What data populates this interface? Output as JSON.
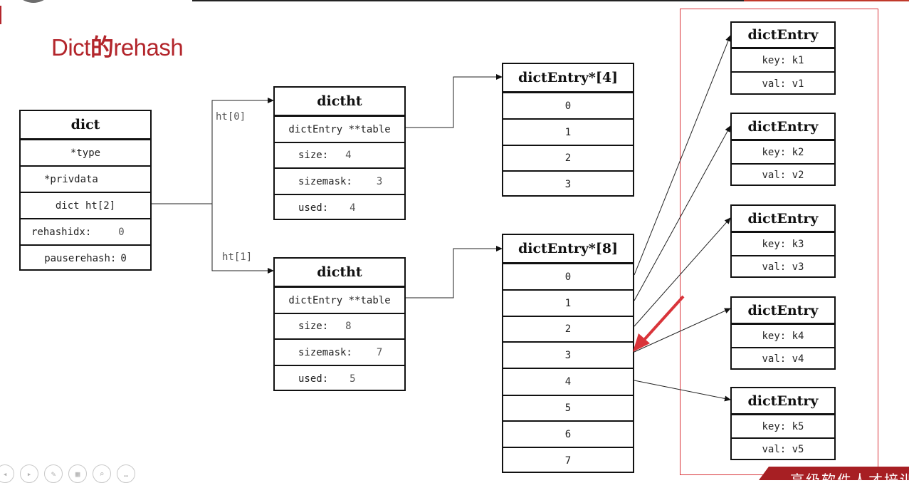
{
  "title": {
    "prefix": "Dict",
    "bold": "的",
    "suffix": "rehash"
  },
  "dict": {
    "header": "dict",
    "rows": [
      {
        "label": "*type",
        "value": ""
      },
      {
        "label": "*privdata",
        "value": ""
      },
      {
        "label": "dict ht[2]",
        "value": ""
      },
      {
        "label": "rehashidx:",
        "value": "0"
      },
      {
        "label": "pauserehash:",
        "value": "0"
      }
    ]
  },
  "edge_labels": {
    "ht0": "ht[0]",
    "ht1": "ht[1]"
  },
  "dictht0": {
    "header": "dictht",
    "rows": [
      {
        "label": "dictEntry **table",
        "value": ""
      },
      {
        "label": "size:",
        "value": "4"
      },
      {
        "label": "sizemask:",
        "value": "3"
      },
      {
        "label": "used:",
        "value": "4"
      }
    ]
  },
  "dictht1": {
    "header": "dictht",
    "rows": [
      {
        "label": "dictEntry **table",
        "value": ""
      },
      {
        "label": "size:",
        "value": "8"
      },
      {
        "label": "sizemask:",
        "value": "7"
      },
      {
        "label": "used:",
        "value": "5"
      }
    ]
  },
  "table4": {
    "header": "dictEntry*[4]",
    "slots": [
      "0",
      "1",
      "2",
      "3"
    ]
  },
  "table8": {
    "header": "dictEntry*[8]",
    "slots": [
      "0",
      "1",
      "2",
      "3",
      "4",
      "5",
      "6",
      "7"
    ]
  },
  "entries": [
    {
      "header": "dictEntry",
      "key": "key: k1",
      "val": "val: v1"
    },
    {
      "header": "dictEntry",
      "key": "key: k2",
      "val": "val: v2"
    },
    {
      "header": "dictEntry",
      "key": "key: k3",
      "val": "val: v3"
    },
    {
      "header": "dictEntry",
      "key": "key: k4",
      "val": "val: v4"
    },
    {
      "header": "dictEntry",
      "key": "key: k5",
      "val": "val: v5"
    }
  ],
  "footer": {
    "banner_text": "高级软件人才培训"
  },
  "player_controls": [
    "previous-icon",
    "play-icon",
    "pen-icon",
    "slides-icon",
    "zoom-icon",
    "more-icon"
  ],
  "colors": {
    "accent": "#b3262c",
    "highlight": "#d9343a",
    "banner": "#a71f23",
    "stroke": "#111111"
  }
}
